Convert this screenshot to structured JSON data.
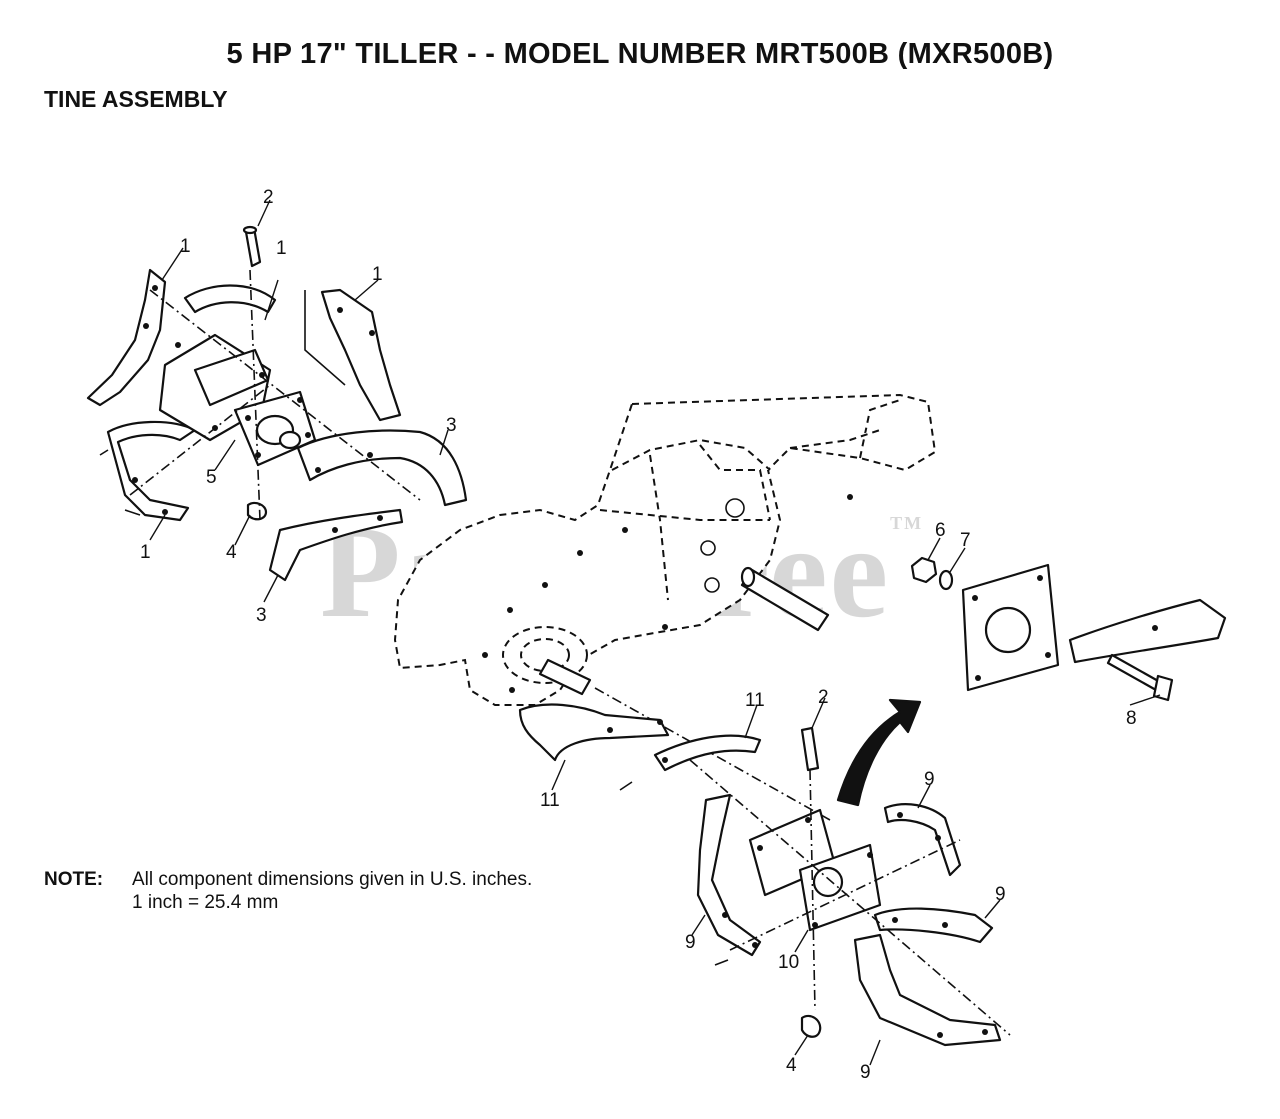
{
  "header": {
    "title": "5 HP 17\" TILLER - - MODEL NUMBER MRT500B (MXR500B)",
    "section": "TINE ASSEMBLY"
  },
  "watermark": {
    "text": "PartsTree",
    "trademark": "TM"
  },
  "note": {
    "label": "NOTE:",
    "line1": "All component dimensions given in U.S. inches.",
    "line2": "1 inch = 25.4 mm"
  },
  "callouts": {
    "c1a": "1",
    "c1b": "1",
    "c1c": "1",
    "c1d": "1",
    "c2a": "2",
    "c2b": "2",
    "c3a": "3",
    "c3b": "3",
    "c4a": "4",
    "c4b": "4",
    "c5": "5",
    "c6": "6",
    "c7": "7",
    "c8": "8",
    "c9a": "9",
    "c9b": "9",
    "c9c": "9",
    "c9d": "9",
    "c10": "10",
    "c11a": "11",
    "c11b": "11"
  }
}
